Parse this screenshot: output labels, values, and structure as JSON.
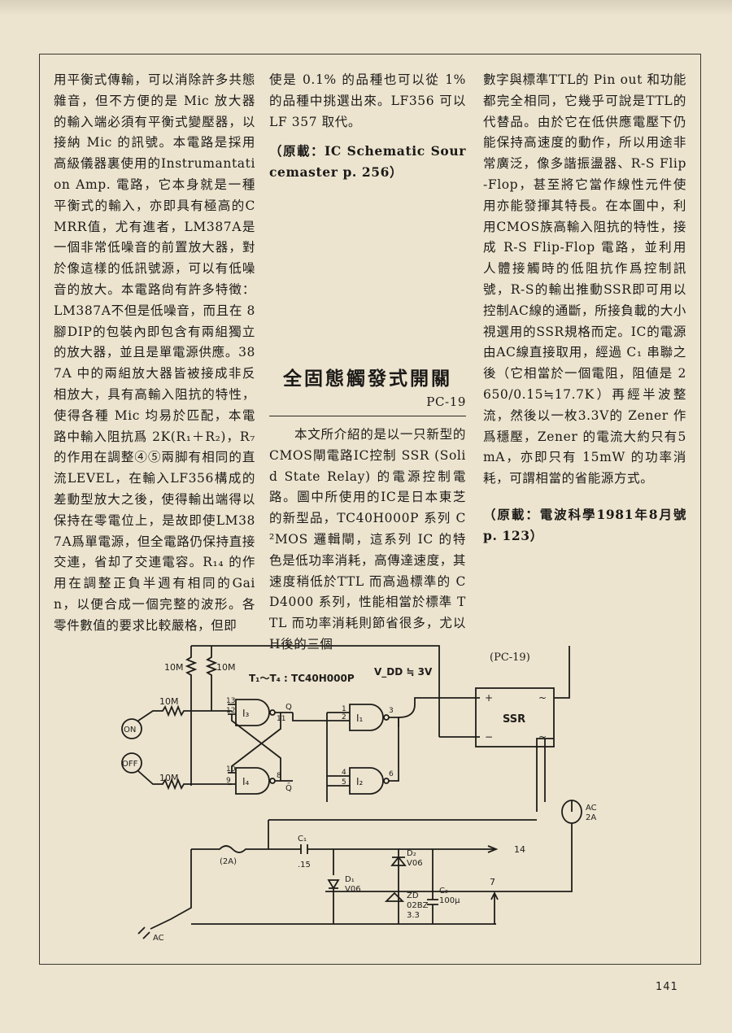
{
  "page": {
    "number": "141"
  },
  "col1": {
    "text": "用平衡式傳輸，可以消除許多共態雜音，但不方便的是 Mic 放大器的輸入端必須有平衡式變壓器，以接納 Mic 的訊號。本電路是採用高級儀器裏使用的Instrumantation Amp. 電路，它本身就是一種平衡式的輸入，亦即具有極高的CMRR值，尤有進者，LM387A是一個非常低噪音的前置放大器，對於像這樣的低訊號源，可以有低噪音的放大。本電路尙有許多特徵：LM387A不但是低噪音，而且在 8 腳DIP的包裝內即包含有兩組獨立的放大器，並且是單電源供應。387A 中的兩組放大器皆被接成非反相放大，具有高輸入阻抗的特性，使得各種 Mic 均易於匹配，本電路中輸入阻抗爲 2K(R₁＋R₂)，R₇ 的作用在調整④⑤兩脚有相同的直流LEVEL，在輸入LF356構成的差動型放大之後，使得輸出端得以保持在零電位上，是故即使LM387A爲單電源，但全電路仍保持直接交連，省却了交連電容。R₁₄ 的作用在調整正負半週有相同的Gain，以便合成一個完整的波形。各零件數值的要求比較嚴格，但即"
  },
  "col2": {
    "text": "使是 0.1% 的品種也可以從 1% 的品種中挑選出來。LF356 可以 LF 357 取代。",
    "source": "（原載：IC Schematic Sourcemaster p. 256）",
    "article": {
      "title": "全固態觸發式開關",
      "code": "PC-19",
      "text": "本文所介紹的是以一只新型的CMOS閘電路IC控制 SSR (Solid State Relay) 的電源控制電路。圖中所使用的IC是日本東芝的新型品，TC40H000P 系列 C²MOS 邏輯閘，這系列 IC 的特色是低功率消耗，高傳達速度，其速度稍低於TTL 而高過標準的 CD4000 系列，性能相當於標準 TTL 而功率消耗則節省很多，尤以H後的三個"
    }
  },
  "col3": {
    "text": "數字與標準TTL的 Pin out 和功能都完全相同，它幾乎可說是TTL的代替品。由於它在低供應電壓下仍能保持高速度的動作，所以用途非常廣泛，像多諧振盪器、R-S Flip-Flop，甚至將它當作線性元件使用亦能發揮其特長。在本圖中，利用CMOS族高輸入阻抗的特性，接成 R-S Flip-Flop 電路，並利用人體接觸時的低阻抗作爲控制訊號，R-S的輸出推動SSR即可用以控制AC線的通斷，所接負載的大小視選用的SSR規格而定。IC的電源由AC線直接取用，經過 C₁ 串聯之後（它相當於一個電阻，阻値是 2650/0.15≒17.7K）再經半波整流，然後以一枚3.3V的 Zener 作爲穩壓，Zener 的電流大約只有5mA，亦即只有 15mW 的功率消耗，可謂相當的省能源方式。",
    "source": "（原載：電波科學1981年8月號 p. 123）"
  },
  "schematic": {
    "caption": "(PC-19)",
    "ic_note": "T₁～T₄ : TC40H000P",
    "vdd": "V_DD ≒ 3V",
    "labels": {
      "r_top1": "10M",
      "r_top2": "10M",
      "r_on": "10M",
      "r_off": "10M",
      "on": "ON",
      "off": "OFF",
      "i3": "I₃",
      "i4": "I₄",
      "i1": "I₁",
      "i2": "I₂",
      "q": "Q",
      "qbar": "Q̄",
      "ssr": "SSR",
      "ssr_plus": "+",
      "ssr_minus": "−",
      "ssr_ac1": "~",
      "ssr_ac2": "~",
      "lamp": "AC",
      "lamp2": "2A",
      "fuse": "(2A)",
      "c1": "C₁",
      "c1v": ".15",
      "d1": "D₁",
      "d1v": "V06",
      "d2": "D₂",
      "d2v": "V06",
      "zd": "ZD",
      "zdv": "02BZ",
      "zdv2": "3.3",
      "c2": "C₂",
      "c2v": "100μ",
      "pin14": "14",
      "pin7": "7",
      "ac": "AC",
      "p13": "13",
      "p12": "12",
      "p11": "11",
      "p10": "10",
      "p9": "9",
      "p8": "8",
      "p1": "1",
      "p2": "2",
      "p3": "3",
      "p4": "4",
      "p5": "5",
      "p6": "6"
    }
  }
}
